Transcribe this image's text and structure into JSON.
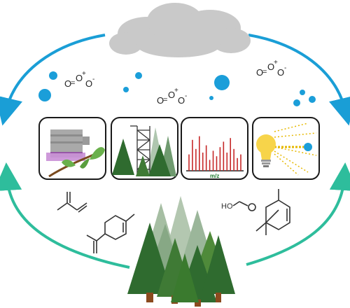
{
  "colors": {
    "cloud": "#c9c9c9",
    "cycle_arrow_blue": "#1a9ed6",
    "cycle_arrow_green": "#2ebd9c",
    "droplet": "#1b9ed9",
    "tree_dark": "#2f6b2f",
    "tree_mid": "#4f8a3a",
    "tree_light": "#8fb48f",
    "trunk": "#8b4a1e",
    "spectrum_peak": "#c62828",
    "bulb": "#f7d44a",
    "beam": "#e6b800",
    "panel_border": "#1a1a1a"
  },
  "panels": [
    {
      "id": "leaf-chamber",
      "icon": "leaf-chamber-icon"
    },
    {
      "id": "flux-tower",
      "icon": "flux-tower-icon"
    },
    {
      "id": "mass-spectrum",
      "icon": "mass-spectrum-icon",
      "axis_label": "m/z"
    },
    {
      "id": "photochemistry",
      "icon": "light-bulb-icon"
    }
  ],
  "atmosphere": {
    "ozone_labels": [
      {
        "o_left": "O",
        "equals": "=",
        "o_center": "O",
        "plus": "+",
        "o_right": "O",
        "minus": "-"
      },
      {
        "o_left": "O",
        "equals": "=",
        "o_center": "O",
        "plus": "+",
        "o_right": "O",
        "minus": "-"
      },
      {
        "o_left": "O",
        "equals": "=",
        "o_center": "O",
        "plus": "+",
        "o_right": "O",
        "minus": "-"
      }
    ]
  },
  "molecules": {
    "isoprene": {
      "icon": "isoprene-structure-icon"
    },
    "limonene": {
      "icon": "limonene-structure-icon"
    },
    "formic_acid": {
      "icon": "formic-acid-structure-icon",
      "label": "HO"
    },
    "pinene": {
      "icon": "pinene-structure-icon"
    }
  },
  "spectrum": {
    "peaks": [
      0.45,
      0.85,
      0.6,
      0.95,
      0.5,
      0.7,
      0.3,
      0.55,
      0.4,
      0.65,
      0.8,
      0.5,
      0.9,
      0.6,
      0.35,
      0.45
    ]
  }
}
